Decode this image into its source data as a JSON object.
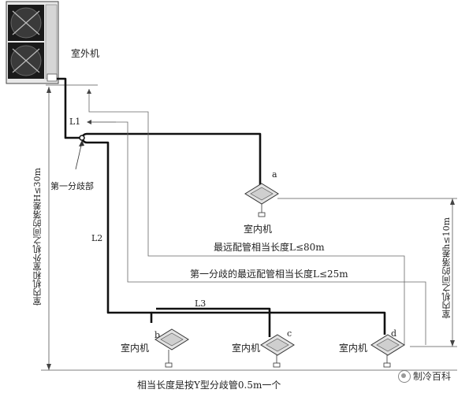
{
  "labels": {
    "outdoor_unit": "室外机",
    "first_branch": "第一分歧部",
    "indoor_unit": "室内机",
    "farthest_len": "最远配管相当长度L≤80m",
    "first_branch_len": "第一分歧的最远配管相当长度L≤25m",
    "equiv_note": "相当长度是按Y型分歧管0.5m一个",
    "h_outdoor_indoor": "室内机和室外机之间的落差H≤30m",
    "h_indoor_indoor": "室内机之间的落差h≤10m"
  },
  "pipes": {
    "l1": "L1",
    "l2": "L2",
    "l3": "L3"
  },
  "units": [
    {
      "id": "a",
      "label": "室内机"
    },
    {
      "id": "b",
      "label": "室内机"
    },
    {
      "id": "c",
      "label": "室内机"
    },
    {
      "id": "d",
      "label": "室内机"
    }
  ],
  "watermark": {
    "text": "制冷百科"
  },
  "colors": {
    "pipe": "#111111",
    "dim": "#555555"
  }
}
